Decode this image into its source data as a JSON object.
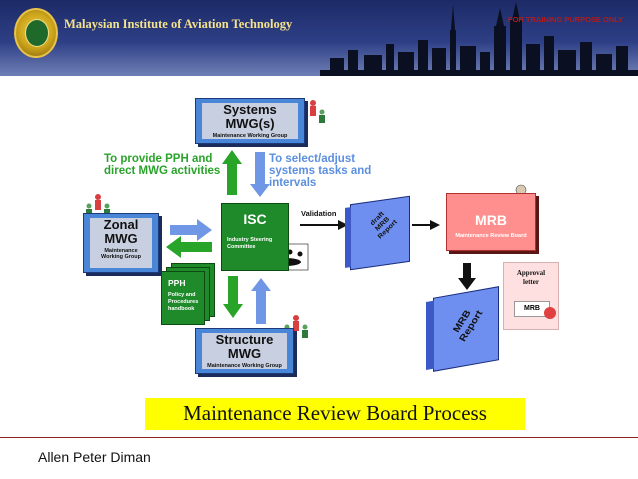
{
  "header": {
    "org_name": "Malaysian Institute of Aviation Technology",
    "training_note": "FOR TRAINING PURPOSE ONLY"
  },
  "diagram": {
    "systems": {
      "title_line1": "Systems",
      "title_line2": "MWG(s)",
      "subtitle": "Maintenance Working Group"
    },
    "zonal": {
      "title_line1": "Zonal",
      "title_line2": "MWG",
      "subtitle_line1": "Maintenance",
      "subtitle_line2": "Working Group"
    },
    "structure": {
      "title_line1": "Structure",
      "title_line2": "MWG",
      "subtitle": "Maintenance Working Group"
    },
    "isc": {
      "title": "ISC",
      "subtitle_line1": "Industry Steering",
      "subtitle_line2": "Committee"
    },
    "mrb": {
      "title": "MRB",
      "subtitle": "Maintenance Review Board"
    },
    "pph": {
      "title": "PPH",
      "subtitle_line1": "Policy and",
      "subtitle_line2": "Procedures",
      "subtitle_line3": "handbook"
    },
    "left_note_line1": "To provide PPH and",
    "left_note_line2": "direct MWG activities",
    "right_note_line1": "To select/adjust",
    "right_note_line2": "systems tasks and",
    "right_note_line3": "intervals",
    "validation_label": "Validation",
    "draft_binder_line1": "draft",
    "draft_binder_line2": "MRB",
    "draft_binder_line3": "Report",
    "final_binder_line1": "MRB",
    "final_binder_line2": "Report",
    "approval_line1": "Approval",
    "approval_line2": "letter",
    "approval_sign": "MRB"
  },
  "slide_title": "Maintenance Review Board Process",
  "footer": {
    "author": "Allen Peter Diman"
  },
  "colors": {
    "header_bg": "#1c2a66",
    "mwg_blue": "#4a86d8",
    "isc_green": "#1f8a2a",
    "mrb_pink": "#ff8f8f",
    "banner_yellow": "#ffff00",
    "binder_blue": "#6f8ff0"
  }
}
